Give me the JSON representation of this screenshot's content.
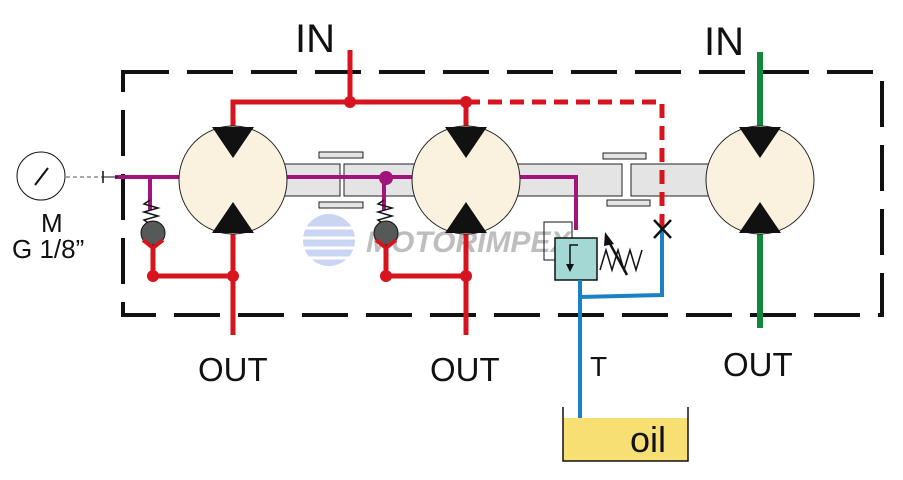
{
  "diagram": {
    "title": "",
    "labels": {
      "in_left": "IN",
      "in_right": "IN",
      "out_1": "OUT",
      "out_2": "OUT",
      "out_3": "OUT",
      "gauge_m": "M",
      "gauge_port": "G 1/8”",
      "tank_line": "T",
      "tank": "oil",
      "watermark": "MOTORIMPEX"
    },
    "colors": {
      "pressure_line": "#d7141e",
      "pilot_line": "#a3137c",
      "tank_line": "#1a82c4",
      "separate_section_line": "#0e8a3a",
      "motor_fill": "#fbf1df",
      "shaft_fill": "#e4e4e4",
      "valve_fill": "#a3d8d4",
      "oil_fill": "#f7df74",
      "boundary": "#111111",
      "check_ball": "#555a58"
    },
    "components": [
      {
        "id": "motor-1",
        "type": "hydraulic-motor"
      },
      {
        "id": "motor-2",
        "type": "hydraulic-motor"
      },
      {
        "id": "motor-3",
        "type": "hydraulic-motor"
      },
      {
        "id": "check-valve-1",
        "type": "spring-check-valve"
      },
      {
        "id": "check-valve-2",
        "type": "spring-check-valve"
      },
      {
        "id": "relief-valve",
        "type": "adjustable-pressure-relief-valve"
      },
      {
        "id": "pressure-gauge",
        "type": "manometer"
      },
      {
        "id": "oil-tank",
        "type": "tank"
      }
    ]
  }
}
